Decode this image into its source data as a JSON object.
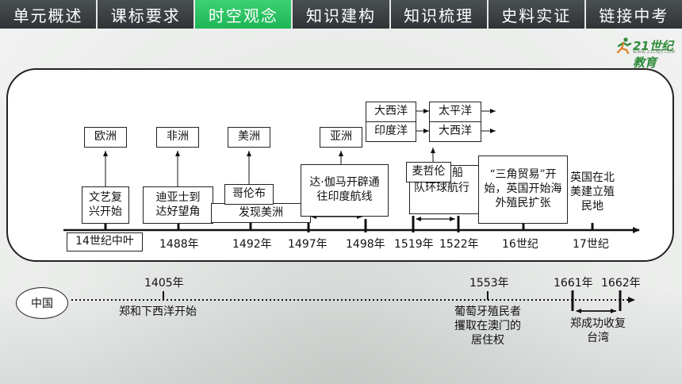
{
  "nav": {
    "tabs": [
      "单元概述",
      "课标要求",
      "时空观念",
      "知识建构",
      "知识梳理",
      "史料实证",
      "链接中考"
    ],
    "active_index": 2
  },
  "logo": {
    "text": "21世纪教育",
    "sub": "WWW.21CNJY.COM"
  },
  "colors": {
    "active_tab": "#2cc263",
    "nav_bg": "#3a3e40",
    "accent_logo": "#2e8b3a"
  },
  "world": {
    "regions": [
      "欧洲",
      "非洲",
      "美洲",
      "亚洲",
      "大西洋",
      "印度洋",
      "太平洋",
      "大西洋"
    ],
    "events": {
      "renaissance": "文艺复兴开始",
      "dias_a": "迪亚士到",
      "dias_b": "达好望角",
      "columbus": "哥伦布",
      "discover_america": "发现美洲",
      "gama": "达·伽马开辟通往印度航线",
      "magellan": "麦哲伦",
      "magellan_voyage_a": "船",
      "magellan_voyage_b": "队环球航行",
      "triangle": "“三角贸易”开始，英国开始海外殖民扩张",
      "england": "英国在北美建立殖民地"
    },
    "years": [
      "14世纪中叶",
      "1488年",
      "1492年",
      "1497年",
      "1498年",
      "1519年",
      "1522年",
      "16世纪",
      "17世纪"
    ]
  },
  "china": {
    "label": "中国",
    "years": [
      "1405年",
      "1553年",
      "1661年",
      "1662年"
    ],
    "events": {
      "zhenghe": "郑和下西洋开始",
      "macau": "葡萄牙殖民者攫取在澳门的居住权",
      "zheng_chenggong": "郑成功收复台湾"
    }
  }
}
